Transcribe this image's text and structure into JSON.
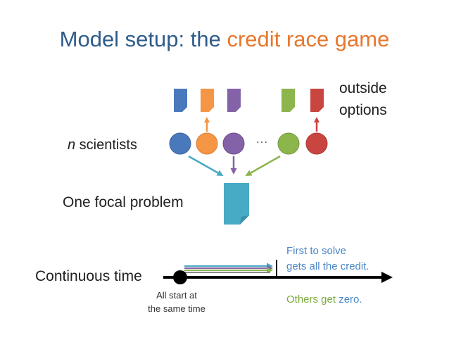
{
  "title": {
    "main": "Model setup: the ",
    "accent": "credit race game"
  },
  "labels": {
    "outside_line1": "outside",
    "outside_line2": "options",
    "n": "n",
    "scientists": " scientists",
    "focal_problem": "One focal problem",
    "continuous_time": "Continuous time",
    "start_line1": "All start at",
    "start_line2": "the same time",
    "first_line1": "First to solve",
    "first_line2": "gets all the credit.",
    "others_prefix": "Others get ",
    "others_zero": "zero."
  },
  "ellipsis": "…",
  "colors": {
    "title": "#2e5c8a",
    "accent": "#e8772e",
    "blue": "#4a78bd",
    "orange": "#f59546",
    "purple": "#8462a8",
    "green": "#8cb54c",
    "red": "#c9453f",
    "focal": "#48aac5",
    "first_text": "#4a86c5",
    "others_text": "#7aab3e"
  },
  "scientists": [
    {
      "name": "scientist-blue",
      "color": "blue"
    },
    {
      "name": "scientist-orange",
      "color": "orange"
    },
    {
      "name": "scientist-purple",
      "color": "purple"
    },
    {
      "name": "scientist-green",
      "color": "green"
    },
    {
      "name": "scientist-red",
      "color": "red"
    }
  ]
}
